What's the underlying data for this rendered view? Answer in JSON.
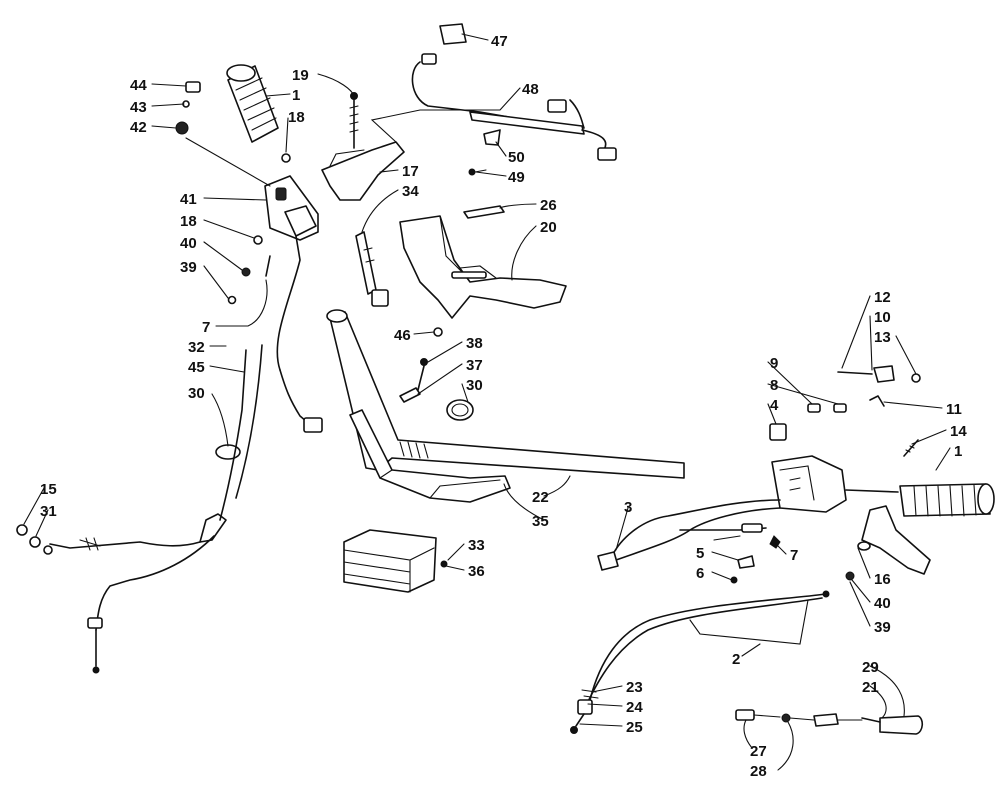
{
  "diagram": {
    "callouts": [
      "47",
      "48",
      "44",
      "43",
      "42",
      "19",
      "1",
      "18",
      "17",
      "50",
      "49",
      "34",
      "41",
      "18",
      "40",
      "39",
      "26",
      "20",
      "7",
      "46",
      "32",
      "45",
      "30",
      "38",
      "37",
      "30",
      "12",
      "10",
      "13",
      "9",
      "8",
      "4",
      "11",
      "14",
      "1",
      "15",
      "31",
      "22",
      "35",
      "3",
      "5",
      "6",
      "7",
      "33",
      "36",
      "16",
      "40",
      "39",
      "2",
      "29",
      "21",
      "23",
      "24",
      "25",
      "27",
      "28"
    ]
  }
}
